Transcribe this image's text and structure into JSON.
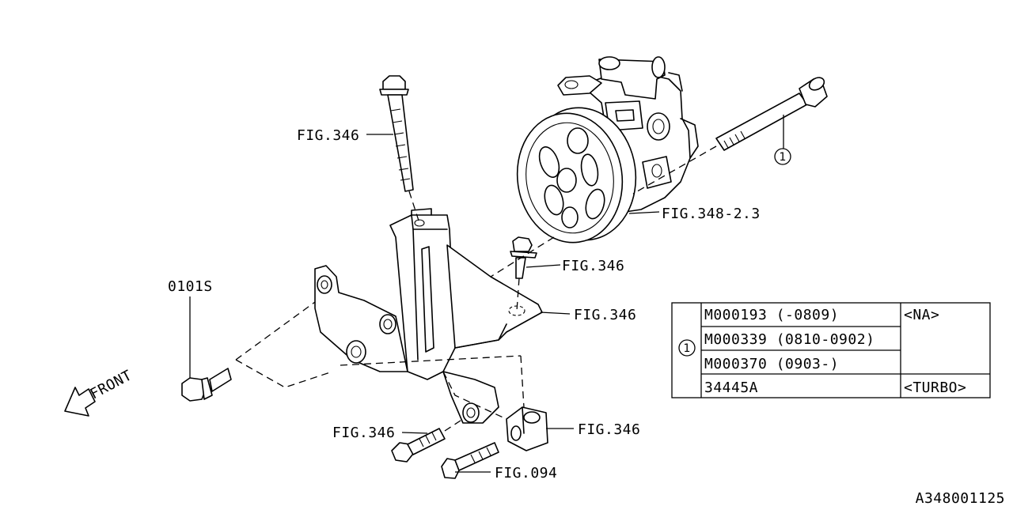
{
  "labels": {
    "fig346_top": "FIG.346",
    "fig348": "FIG.348-2.3",
    "fig346_mid": "FIG.346",
    "fig346_right": "FIG.346",
    "part_0101s": "0101S",
    "front": "FRONT",
    "fig346_bottom_left": "FIG.346",
    "fig346_bottom_right": "FIG.346",
    "fig094": "FIG.094",
    "callout_1": "1",
    "diagram_id": "A348001125"
  },
  "table": {
    "ref": "1",
    "rows": [
      {
        "part": "M000193 (-0809)",
        "note": "<NA>"
      },
      {
        "part": "M000339 (0810-0902)",
        "note": ""
      },
      {
        "part": "M000370 (0903-)",
        "note": ""
      },
      {
        "part": "34445A",
        "note": "<TURBO>"
      }
    ]
  }
}
